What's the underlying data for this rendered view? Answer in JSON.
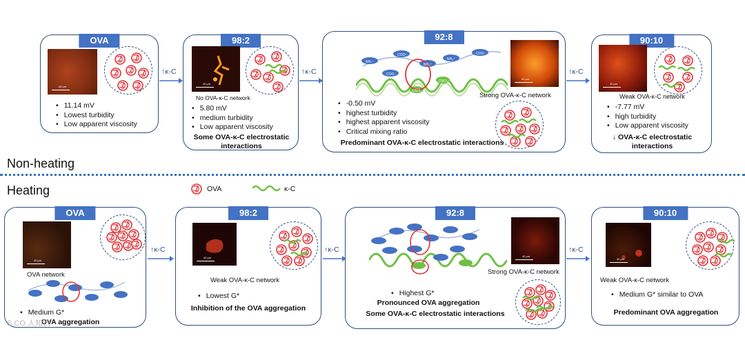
{
  "sections": {
    "non_heating": "Non-heating",
    "heating": "Heating"
  },
  "arrow_label": "↑κ-C",
  "legend": {
    "ova": "OVA",
    "kc": "κ-C"
  },
  "top": {
    "ova": {
      "title": "OVA",
      "bullets": [
        "11.14 mV",
        "Lowest turbidity",
        "Low apparent viscosity"
      ]
    },
    "r98": {
      "title": "98:2",
      "network": "No OVA-κ-C network",
      "bullets": [
        "5.80 mV",
        "medium turbidity",
        "Low apparent viscosity"
      ],
      "conclusion": "Some OVA-κ-C electrostatic interactions"
    },
    "r92": {
      "title": "92:8",
      "network": "Strong OVA-κ-C network",
      "bullets": [
        "-0.50 mV",
        "highest turbidity",
        "highest apparent viscosity",
        "Critical mixing ratio"
      ],
      "conclusion": "Predominant OVA-κ-C electrostatic interactions"
    },
    "r90": {
      "title": "90:10",
      "network": "Weak OVA-κ-C network",
      "bullets": [
        "-7.77 mV",
        "high turbidity",
        "Low apparent viscosity"
      ],
      "conclusion": "↓ OVA-κ-C electrostatic interactions"
    }
  },
  "bottom": {
    "ova": {
      "title": "OVA",
      "network": "OVA network",
      "bullet": "Medium G*",
      "conclusion": "OVA aggregation"
    },
    "r98": {
      "title": "98:2",
      "network": "Weak OVA-κ-C network",
      "bullet": "Lowest G*",
      "conclusion": "Inhibition of the OVA aggregation"
    },
    "r92": {
      "title": "92:8",
      "network": "Strong OVA-κ-C network",
      "bullet": "Highest G*",
      "conclusion1": "Pronounced OVA aggregation",
      "conclusion2": "Some OVA-κ-C electrostatic interactions"
    },
    "r90": {
      "title": "90:10",
      "network": "Weak OVA-κ-C network",
      "bullet": "Medium G* similar to OVA",
      "conclusion": "Predominant OVA aggregation"
    }
  },
  "charges": {
    "nh": "NH₄⁺",
    "coo": "COO⁻",
    "oso": "OSO₃⁻"
  },
  "scale_label": "40 μm",
  "watermark": "S CO 人知识"
}
